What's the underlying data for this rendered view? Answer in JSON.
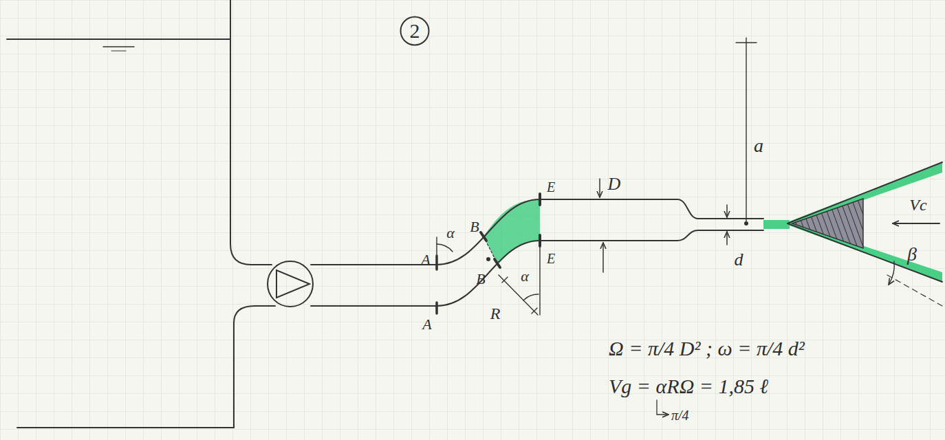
{
  "diagram": {
    "nodes": [
      {
        "text": [
          "2"
        ]
      }
    ],
    "labels": [
      "a",
      "D",
      "d",
      "Vc",
      "β",
      "A",
      "α",
      "B",
      "E",
      "B",
      "E",
      "A",
      "α",
      "R",
      "Ω = π/4 D² ; ω = π/4 d²",
      "Vg = αRΩ = 1,85 ℓ",
      "π/4"
    ]
  }
}
